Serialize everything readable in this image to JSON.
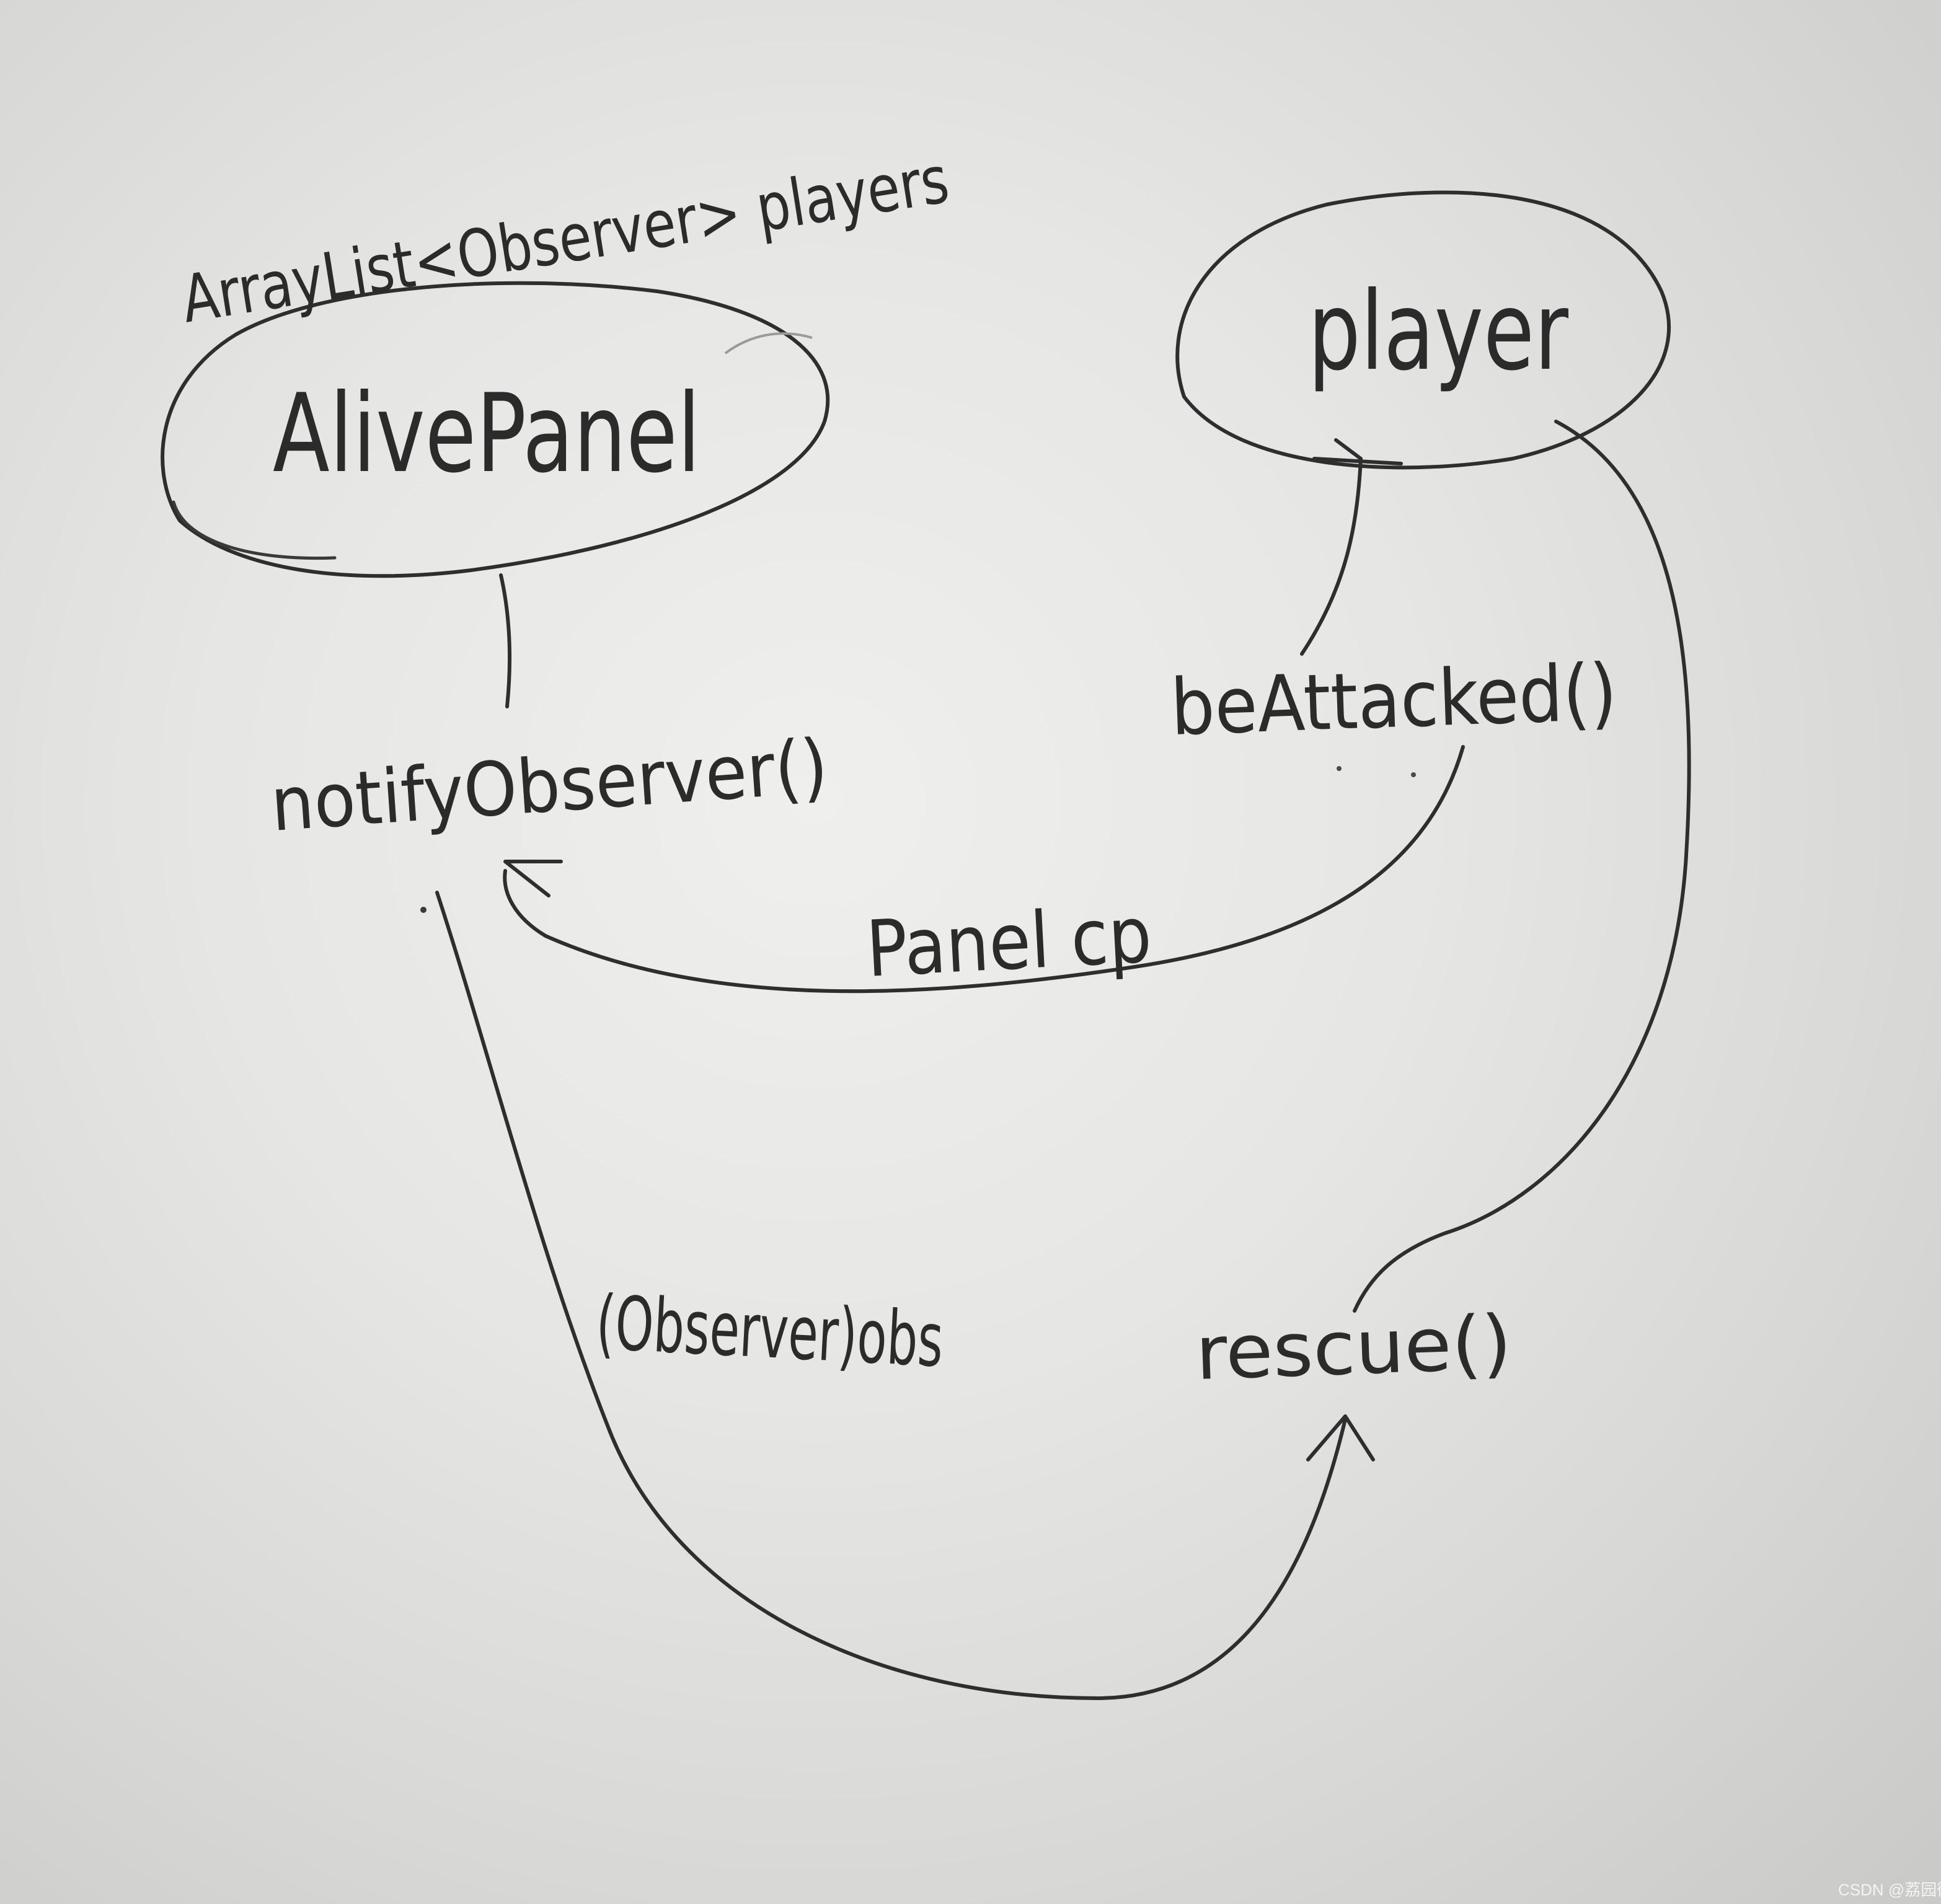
{
  "nodes": {
    "alive_panel": {
      "label": "AlivePanel",
      "annotation": "ArrayList<Observer> players"
    },
    "player": {
      "label": "player"
    }
  },
  "methods": {
    "notify_observer": "notifyObserver()",
    "be_attacked": "beAttacked()",
    "rescue": "rescue()"
  },
  "edges": {
    "panel_cp": "Panel cp",
    "observer_obs": "(Observer)obs"
  },
  "watermark": "CSDN @荔园微风",
  "colors": {
    "ink": "#2e2e2e",
    "paper": "#e6e6e4"
  }
}
